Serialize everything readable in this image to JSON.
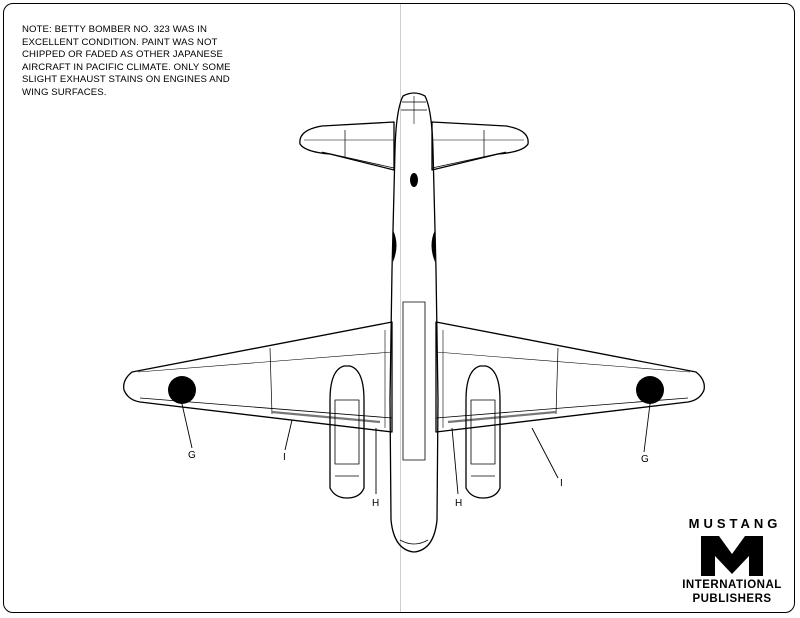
{
  "note": {
    "lines": [
      "NOTE:  BETTY BOMBER NO. 323 WAS IN",
      "EXCELLENT CONDITION.  PAINT WAS NOT",
      "CHIPPED OR FADED AS OTHER JAPANESE",
      "AIRCRAFT IN PACIFIC CLIMATE. ONLY SOME",
      "SLIGHT EXHAUST STAINS ON ENGINES AND",
      "WING SURFACES."
    ]
  },
  "callouts": {
    "g_left": "G",
    "g_right": "G",
    "i_left": "I",
    "i_right": "I",
    "h_left": "H",
    "h_right": "H"
  },
  "publisher": {
    "name": "MUSTANG",
    "logo_letter": "M",
    "line1": "INTERNATIONAL",
    "line2": "PUBLISHERS"
  }
}
